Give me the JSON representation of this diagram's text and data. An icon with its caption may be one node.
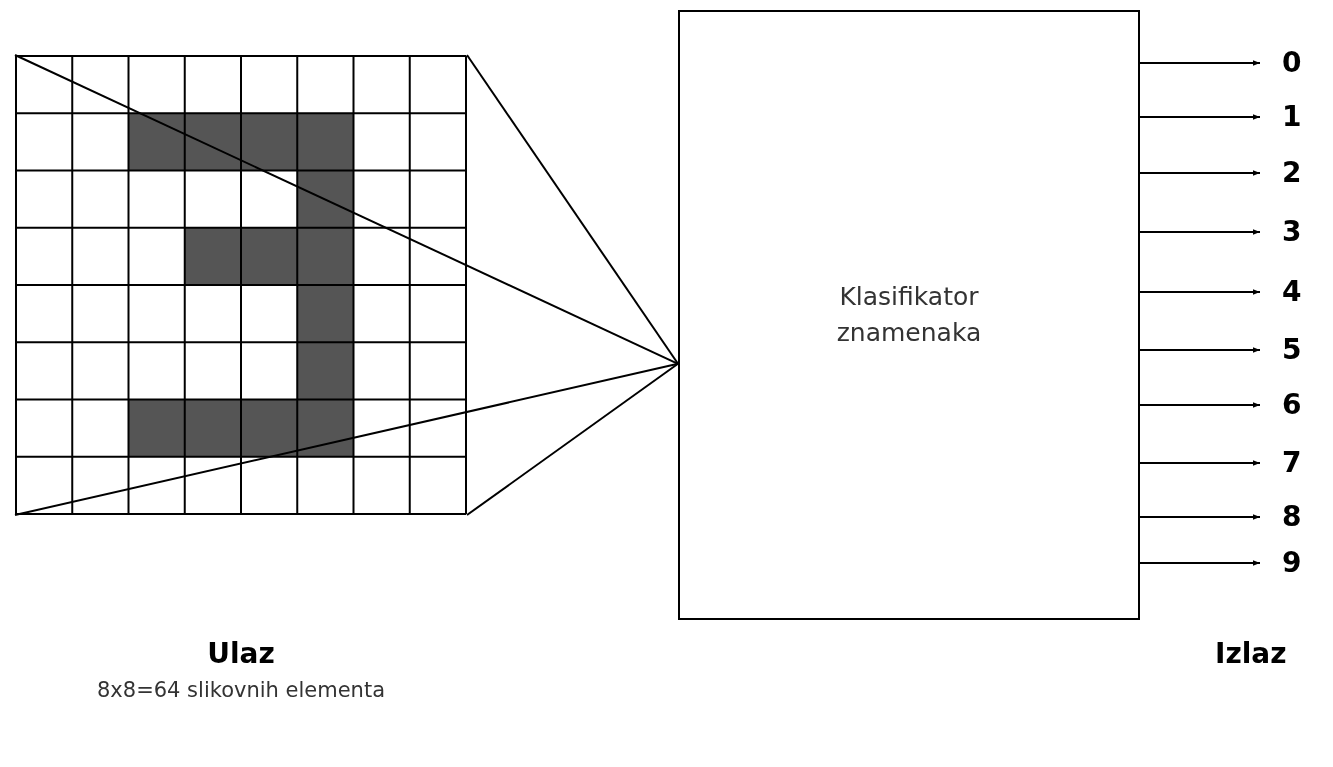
{
  "diagram": {
    "nodes": [
      {
        "text": [],
        "shape": "picture",
        "beside": [
          "Ulaz",
          "8x8=64 slikovnih elementa"
        ]
      },
      {
        "text": [
          "Klasifikator znamenaka"
        ]
      },
      {
        "text": [
          "0"
        ]
      },
      {
        "text": [
          "1"
        ]
      },
      {
        "text": [
          "2"
        ]
      },
      {
        "text": [
          "3"
        ]
      },
      {
        "text": [
          "4"
        ]
      },
      {
        "text": [
          "5"
        ]
      },
      {
        "text": [
          "6"
        ]
      },
      {
        "text": [
          "7"
        ]
      },
      {
        "text": [
          "8"
        ]
      },
      {
        "text": [
          "9"
        ]
      }
    ],
    "edges": [
      {
        "from": 0,
        "to": 1,
        "arrow": "none"
      },
      {
        "from": 0,
        "to": 1,
        "arrow": "none"
      },
      {
        "from": 0,
        "to": 1,
        "arrow": "none"
      },
      {
        "from": 0,
        "to": 1,
        "arrow": "none"
      },
      {
        "from": 1,
        "to": 2,
        "arrow": "to"
      },
      {
        "from": 1,
        "to": 3,
        "arrow": "to"
      },
      {
        "from": 1,
        "to": 4,
        "arrow": "to"
      },
      {
        "from": 1,
        "to": 5,
        "arrow": "to"
      },
      {
        "from": 1,
        "to": 6,
        "arrow": "to"
      },
      {
        "from": 1,
        "to": 7,
        "arrow": "to"
      },
      {
        "from": 1,
        "to": 8,
        "arrow": "to"
      },
      {
        "from": 1,
        "to": 9,
        "arrow": "to"
      },
      {
        "from": 1,
        "to": 10,
        "arrow": "to"
      },
      {
        "from": 1,
        "to": 11,
        "arrow": "to"
      }
    ],
    "labels": [
      "Izlaz"
    ]
  }
}
